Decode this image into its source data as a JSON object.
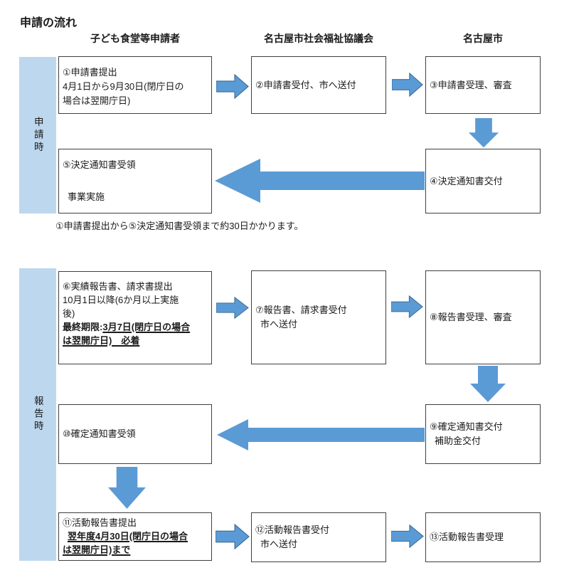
{
  "title": "申請の流れ",
  "column_headers": {
    "applicant": "子ども食堂等申請者",
    "council": "名古屋市社会福祉協議会",
    "city": "名古屋市"
  },
  "side_labels": {
    "application": "申請時",
    "report": "報告時"
  },
  "note": "①申請書提出から⑤決定通知書受領まで約30日かかります。",
  "boxes": {
    "b1": {
      "l1": "①申請書提出",
      "l2": "4月1日から9月30日(閉庁日の",
      "l3": "場合は翌開庁日)"
    },
    "b2": {
      "l1": "②申請書受付、市へ送付"
    },
    "b3": {
      "l1": "③申請書受理、審査"
    },
    "b4": {
      "l1": "④決定通知書交付"
    },
    "b5": {
      "l1": "⑤決定通知書受領",
      "l2": "事業実施"
    },
    "b6": {
      "l1": "⑥実績報告書、請求書提出",
      "l2": "10月1日以降(6か月以上実施",
      "l3": "後)",
      "l4a": "最終期限:",
      "l4b": "3月7日(閉庁日の場合",
      "l5": "は翌開庁日)　必着"
    },
    "b7": {
      "l1": "⑦報告書、請求書受付",
      "l2": "市へ送付"
    },
    "b8": {
      "l1": "⑧報告書受理、審査"
    },
    "b9": {
      "l1": "⑨確定通知書交付",
      "l2": "補助金交付"
    },
    "b10": {
      "l1": "⑩確定通知書受領"
    },
    "b11": {
      "l1": "⑪活動報告書提出",
      "l2": "翌年度4月30日(閉庁日の場合",
      "l3": "は翌開庁日)まで"
    },
    "b12": {
      "l1": "⑫活動報告書受付",
      "l2": "市へ送付"
    },
    "b13": {
      "l1": "⑬活動報告書受理"
    }
  },
  "flow_arrows": [
    {
      "from": "①",
      "to": "②",
      "direction": "right"
    },
    {
      "from": "②",
      "to": "③",
      "direction": "right"
    },
    {
      "from": "③",
      "to": "④",
      "direction": "down"
    },
    {
      "from": "④",
      "to": "⑤",
      "direction": "left"
    },
    {
      "from": "⑥",
      "to": "⑦",
      "direction": "right"
    },
    {
      "from": "⑦",
      "to": "⑧",
      "direction": "right"
    },
    {
      "from": "⑧",
      "to": "⑨",
      "direction": "down"
    },
    {
      "from": "⑨",
      "to": "⑩",
      "direction": "left"
    },
    {
      "from": "⑩",
      "to": "⑪",
      "direction": "down"
    },
    {
      "from": "⑪",
      "to": "⑫",
      "direction": "right"
    },
    {
      "from": "⑫",
      "to": "⑬",
      "direction": "right"
    }
  ],
  "colors": {
    "arrow_fill": "#5B9BD5",
    "arrow_stroke": "#41719C",
    "side_band": "#BDD7EE",
    "box_border": "#3F3F3F",
    "text": "#1A1A1A"
  }
}
